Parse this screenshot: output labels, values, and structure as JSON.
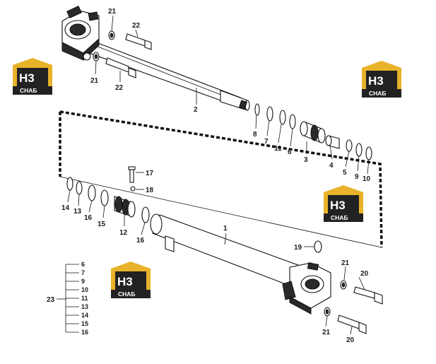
{
  "watermark": {
    "brand_main": "H3",
    "brand_sub": "СНАБ",
    "colors": {
      "roof": "#e8b32a",
      "box": "#222222",
      "text": "#ffffff"
    }
  },
  "callouts": {
    "p1": "1",
    "p2": "2",
    "p3": "3",
    "p4": "4",
    "p5": "5",
    "p6": "6",
    "p7": "7",
    "p8": "8",
    "p9": "9",
    "p10": "10",
    "p11": "11",
    "p12": "12",
    "p13": "13",
    "p14": "14",
    "p15": "15",
    "p16a": "16",
    "p16b": "16",
    "p17": "17",
    "p18": "18",
    "p19": "19",
    "p20a": "20",
    "p20b": "20",
    "p21a": "21",
    "p21b": "21",
    "p21c": "21",
    "p21d": "21",
    "p22a": "22",
    "p22b": "22"
  },
  "kit": {
    "label": "23",
    "items": [
      "6",
      "7",
      "9",
      "10",
      "11",
      "13",
      "14",
      "15",
      "16"
    ]
  }
}
